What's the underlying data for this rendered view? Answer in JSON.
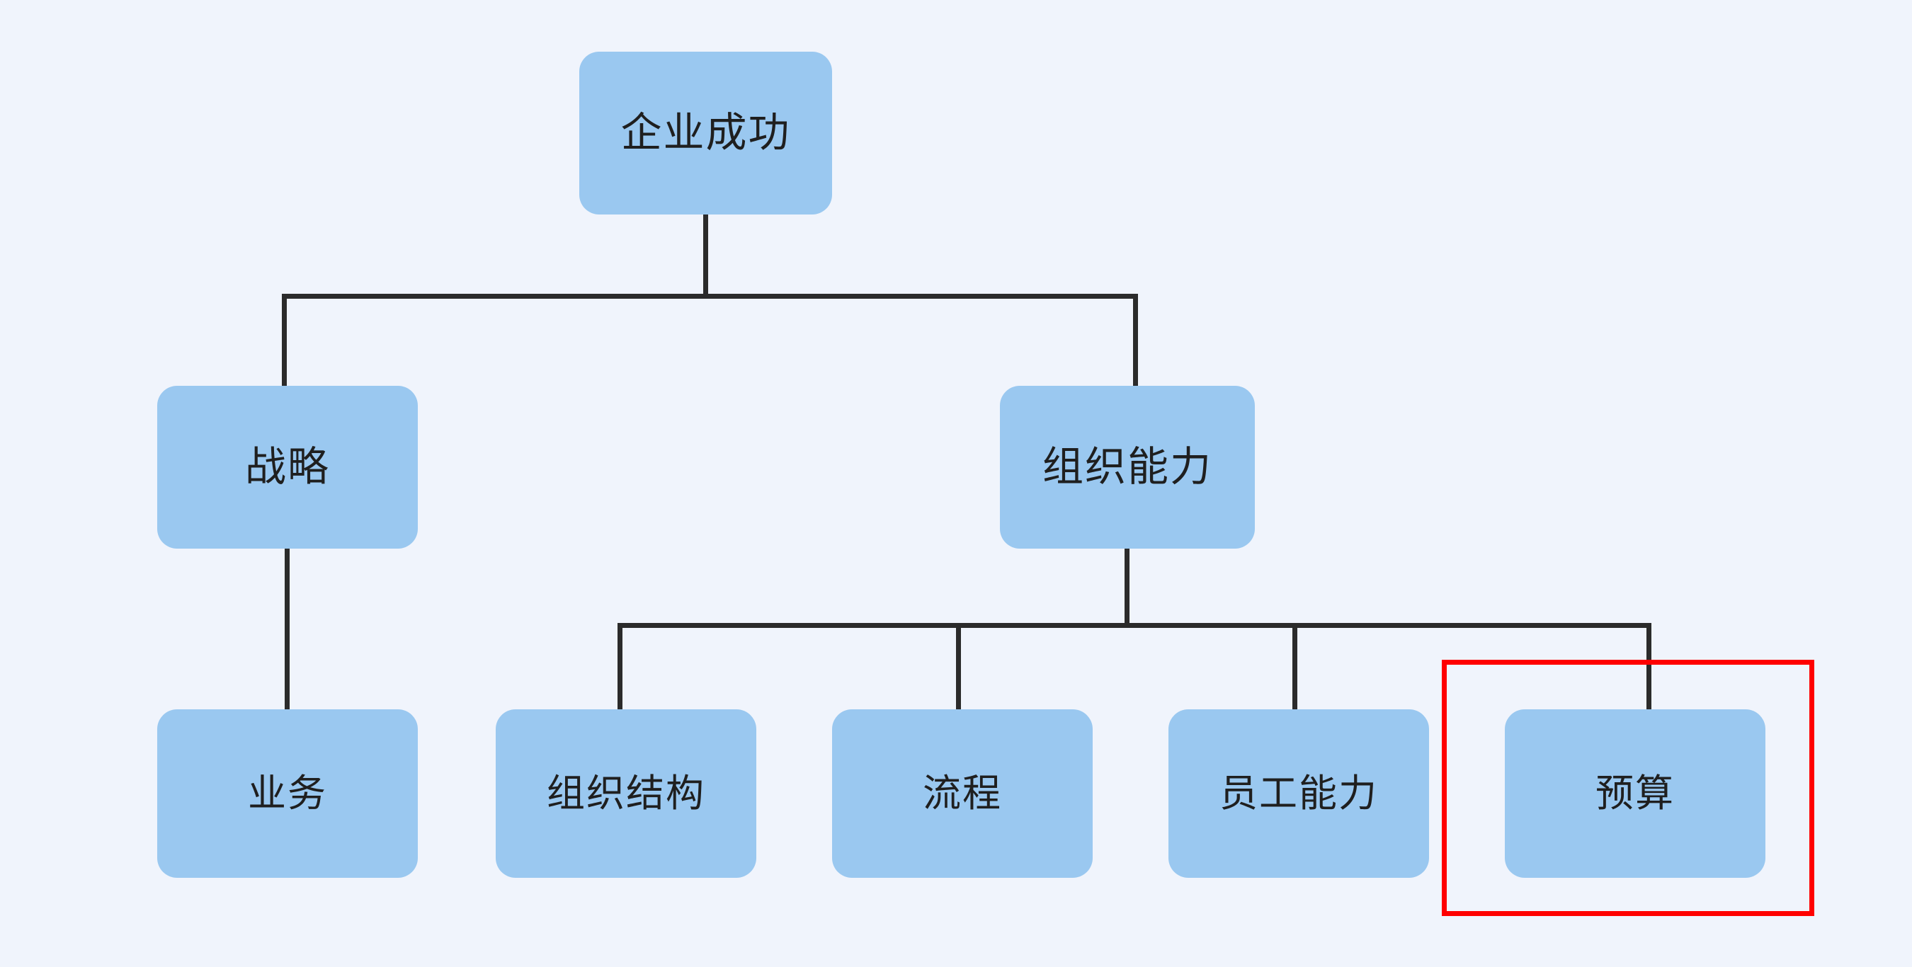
{
  "diagram": {
    "type": "org-tree",
    "background_color": "#f0f4fc",
    "node_fill_color": "#9ac8f0",
    "node_text_color": "#1f1f1f",
    "connector_color": "#2b2b2b",
    "highlight_color": "#ff0000",
    "levels": [
      {
        "level": 1,
        "nodes": [
          {
            "id": "root",
            "label": "企业成功"
          }
        ]
      },
      {
        "level": 2,
        "nodes": [
          {
            "id": "strategy",
            "label": "战略",
            "parent": "root"
          },
          {
            "id": "org_capability",
            "label": "组织能力",
            "parent": "root"
          }
        ]
      },
      {
        "level": 3,
        "nodes": [
          {
            "id": "business",
            "label": "业务",
            "parent": "strategy"
          },
          {
            "id": "org_structure",
            "label": "组织结构",
            "parent": "org_capability"
          },
          {
            "id": "process",
            "label": "流程",
            "parent": "org_capability"
          },
          {
            "id": "employee_capability",
            "label": "员工能力",
            "parent": "org_capability"
          },
          {
            "id": "budget",
            "label": "预算",
            "parent": "org_capability",
            "highlighted": true
          }
        ]
      }
    ],
    "highlight": {
      "target_node_id": "budget",
      "target_label": "预算",
      "stroke_color": "#ff0000"
    }
  }
}
